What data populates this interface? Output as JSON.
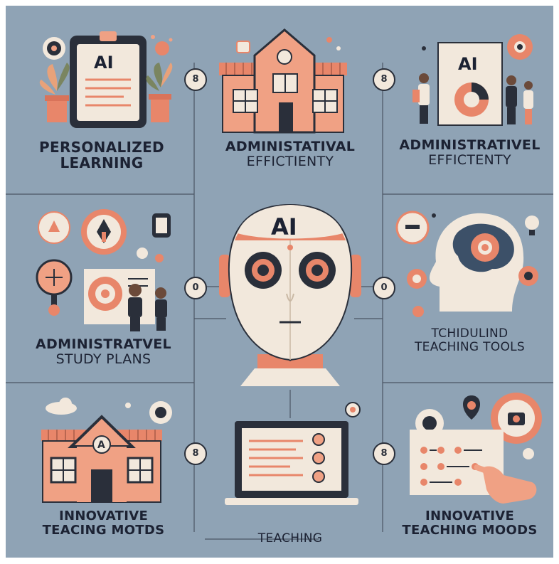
{
  "panels": {
    "top_left": {
      "line1": "PERSONALIZED",
      "line2": "LEARNING",
      "tablet_text": "AI"
    },
    "top_center": {
      "line1": "ADMINISTATIVAL",
      "line2": "EFFICTIENTY"
    },
    "top_right": {
      "line1": "ADMINISTRATIVEL",
      "line2": "EFFICTENTY",
      "board_text": "AI"
    },
    "mid_left": {
      "line1": "ADMINISTRATVEL",
      "line2": "STUDY PLANS"
    },
    "center": {
      "face_text": "AI"
    },
    "mid_right": {
      "line1": "TCHIDULIND",
      "line2": "TEACHING TOOLS"
    },
    "bottom_left": {
      "line1": "INNOVATIVE",
      "line2": "TEACING MOTDS",
      "school_letter": "A"
    },
    "bottom_center": {
      "line1": "TEACHING"
    },
    "bottom_right": {
      "line1": "INNOVATIVE",
      "line2": "TEACHING MOODS"
    }
  },
  "badges": {
    "b1": "8",
    "b2": "8",
    "b3": "0",
    "b4": "0",
    "b5": "8",
    "b6": "8"
  },
  "colors": {
    "background": "#8fa3b5",
    "accent": "#f0a184",
    "cream": "#f2e8dc",
    "ink": "#1c2233"
  }
}
